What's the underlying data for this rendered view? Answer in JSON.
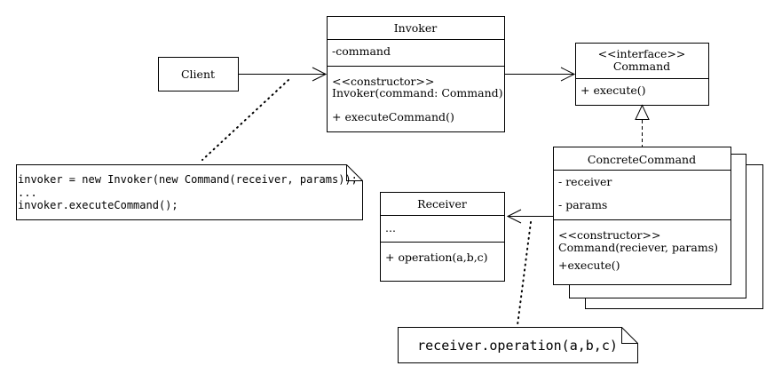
{
  "client": {
    "name": "Client"
  },
  "invoker": {
    "name": "Invoker",
    "attributes": [
      "-command"
    ],
    "operations": [
      "<<constructor>>",
      "Invoker(command: Command)",
      "+ executeCommand()"
    ]
  },
  "command": {
    "stereotype": "<<interface>>",
    "name": "Command",
    "operations": [
      "+ execute()"
    ]
  },
  "concrete_command": {
    "name": "ConcreteCommand",
    "attributes": [
      "- receiver",
      "- params"
    ],
    "operations": [
      "<<constructor>>",
      "Command(reciever, params)",
      "+execute()"
    ]
  },
  "receiver": {
    "name": "Receiver",
    "attributes": [
      "..."
    ],
    "operations": [
      "+ operation(a,b,c)"
    ]
  },
  "client_note": {
    "lines": [
      "invoker = new Invoker(new Command(receiver, params));",
      "...",
      "invoker.executeCommand();"
    ]
  },
  "receiver_note": {
    "text": "receiver.operation(a,b,c)"
  },
  "relationships": [
    {
      "from": "Client",
      "to": "Invoker",
      "type": "association"
    },
    {
      "from": "Invoker",
      "to": "Command",
      "type": "association"
    },
    {
      "from": "ConcreteCommand",
      "to": "Command",
      "type": "realization"
    },
    {
      "from": "ConcreteCommand",
      "to": "Receiver",
      "type": "association"
    }
  ]
}
